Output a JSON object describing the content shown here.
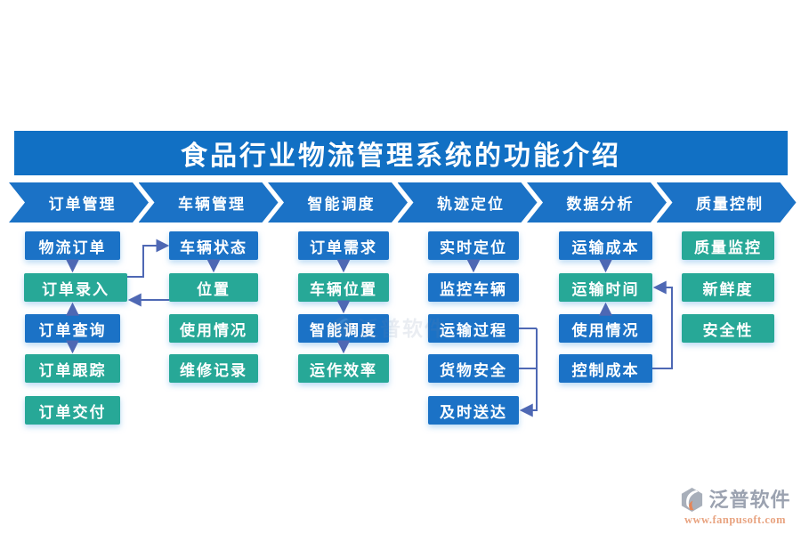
{
  "title": "食品行业物流管理系统的功能介绍",
  "colors": {
    "title_bg": "#1170c4",
    "blue": "#1b72c6",
    "teal": "#27a897",
    "connector": "#4e68b4"
  },
  "columns": [
    {
      "header": "订单管理",
      "items": [
        {
          "label": "物流订单",
          "color": "blue"
        },
        {
          "label": "订单录入",
          "color": "teal"
        },
        {
          "label": "订单查询",
          "color": "blue"
        },
        {
          "label": "订单跟踪",
          "color": "teal"
        },
        {
          "label": "订单交付",
          "color": "teal"
        }
      ]
    },
    {
      "header": "车辆管理",
      "items": [
        {
          "label": "车辆状态",
          "color": "blue"
        },
        {
          "label": "位置",
          "color": "teal"
        },
        {
          "label": "使用情况",
          "color": "teal"
        },
        {
          "label": "维修记录",
          "color": "teal"
        }
      ]
    },
    {
      "header": "智能调度",
      "items": [
        {
          "label": "订单需求",
          "color": "blue"
        },
        {
          "label": "车辆位置",
          "color": "teal"
        },
        {
          "label": "智能调度",
          "color": "blue"
        },
        {
          "label": "运作效率",
          "color": "teal"
        }
      ]
    },
    {
      "header": "轨迹定位",
      "items": [
        {
          "label": "实时定位",
          "color": "blue"
        },
        {
          "label": "监控车辆",
          "color": "blue"
        },
        {
          "label": "运输过程",
          "color": "blue"
        },
        {
          "label": "货物安全",
          "color": "blue"
        },
        {
          "label": "及时送达",
          "color": "blue"
        }
      ]
    },
    {
      "header": "数据分析",
      "items": [
        {
          "label": "运输成本",
          "color": "blue"
        },
        {
          "label": "运输时间",
          "color": "teal"
        },
        {
          "label": "使用情况",
          "color": "blue"
        },
        {
          "label": "控制成本",
          "color": "blue"
        }
      ]
    },
    {
      "header": "质量控制",
      "items": [
        {
          "label": "质量监控",
          "color": "teal"
        },
        {
          "label": "新鲜度",
          "color": "teal"
        },
        {
          "label": "安全性",
          "color": "teal"
        }
      ]
    }
  ],
  "connectors": [
    {
      "type": "down",
      "col": 0,
      "from": 0,
      "to": 1
    },
    {
      "type": "up",
      "col": 0,
      "from": 2,
      "to": 1
    },
    {
      "type": "down",
      "col": 0,
      "from": 2,
      "to": 3
    },
    {
      "type": "down",
      "col": 1,
      "from": 0,
      "to": 1
    },
    {
      "type": "down",
      "col": 2,
      "from": 0,
      "to": 1
    },
    {
      "type": "down",
      "col": 2,
      "from": 1,
      "to": 2
    },
    {
      "type": "down",
      "col": 2,
      "from": 2,
      "to": 3
    },
    {
      "type": "down",
      "col": 3,
      "from": 0,
      "to": 1
    },
    {
      "type": "down",
      "col": 4,
      "from": 0,
      "to": 1
    },
    {
      "type": "up",
      "col": 4,
      "from": 2,
      "to": 1
    },
    {
      "type": "elbow-right-up",
      "fromCol": 0,
      "fromRow": 1,
      "toCol": 1,
      "toRow": 0
    },
    {
      "type": "straight-left",
      "fromCol": 1,
      "fromRow": 1,
      "toCol": 0,
      "toRow": 1
    },
    {
      "type": "merge-right",
      "col": 3,
      "sources": [
        2,
        3
      ],
      "target": 4
    },
    {
      "type": "rail-right-up",
      "col": 4,
      "from": 3,
      "to": 1
    }
  ],
  "watermark": {
    "text": "泛普软件"
  },
  "logo": {
    "name": "泛普软件",
    "url": "www.fanpusoft.com"
  }
}
